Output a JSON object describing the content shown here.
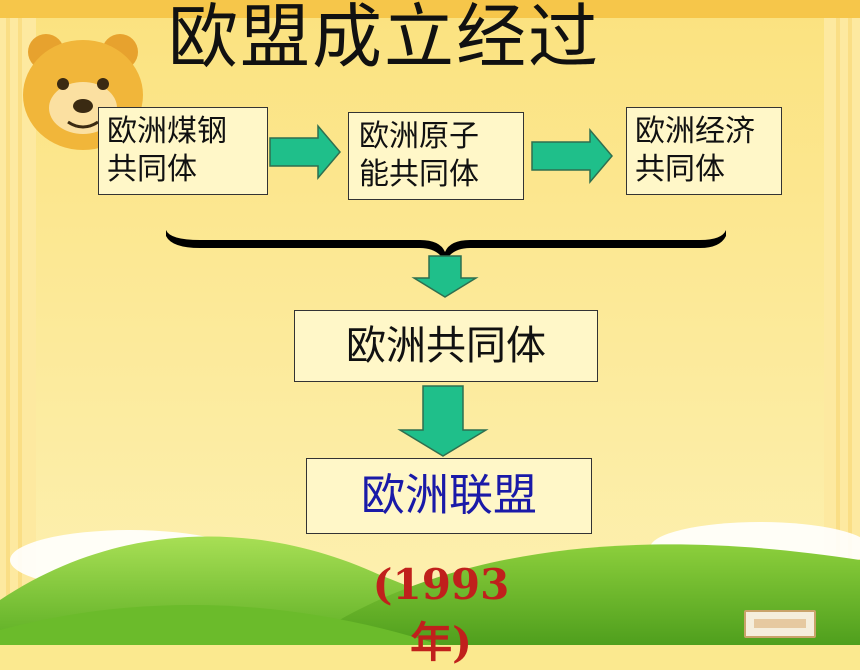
{
  "title": "欧盟成立经过",
  "stages": [
    {
      "line1": "欧洲煤钢",
      "line2": "共同体"
    },
    {
      "line1": "欧洲原子",
      "line2": "能共同体"
    },
    {
      "line1": "欧洲经济",
      "line2": "共同体"
    }
  ],
  "merged": "欧洲共同体",
  "final": "欧洲联盟",
  "year": "(1993年)",
  "colors": {
    "background": "#fbe98f",
    "arrow_fill": "#1fbf8a",
    "final_text": "#1a1aa8",
    "year_text": "#c0201c"
  }
}
